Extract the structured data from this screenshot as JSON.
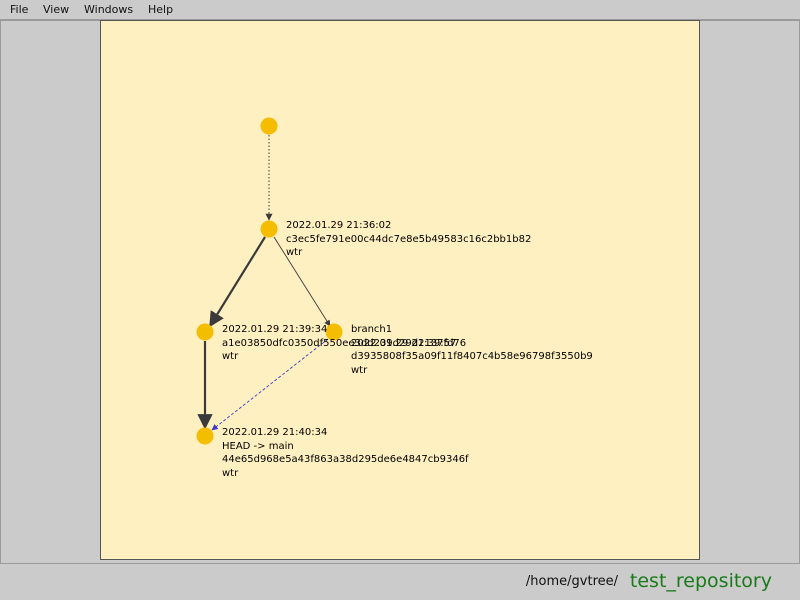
{
  "menu": [
    "File",
    "View",
    "Windows",
    "Help"
  ],
  "colors": {
    "node": "#f5bd00",
    "canvas_bg": "#fff0c2",
    "merge_edge": "#3a3acc",
    "edge": "#3a3a3a",
    "repo_name": "#1a7a1a"
  },
  "commits": {
    "c1": {
      "date": "2022.01.29 21:36:02",
      "hash": "c3ec5fe791e00c44dc7e8e5b49583c16c2bb1b82",
      "author": "wtr"
    },
    "c2": {
      "date": "2022.01.29 21:39:34",
      "hash": "a1e03850dfc0350df550ee3dd239d29d2137fd76",
      "author": "wtr"
    },
    "c3": {
      "ref": "branch1",
      "date": "2022.01.29 21:39:57",
      "hash": "d3935808f35a09f11f8407c4b58e96798f3550b9",
      "author": "wtr"
    },
    "c4": {
      "date": "2022.01.29 21:40:34",
      "ref": "HEAD -> main",
      "hash": "44e65d968e5a43f863a38d295de6e4847cb9346f",
      "author": "wtr"
    }
  },
  "status": {
    "path": "/home/gvtree/",
    "repo": "test_repository"
  }
}
